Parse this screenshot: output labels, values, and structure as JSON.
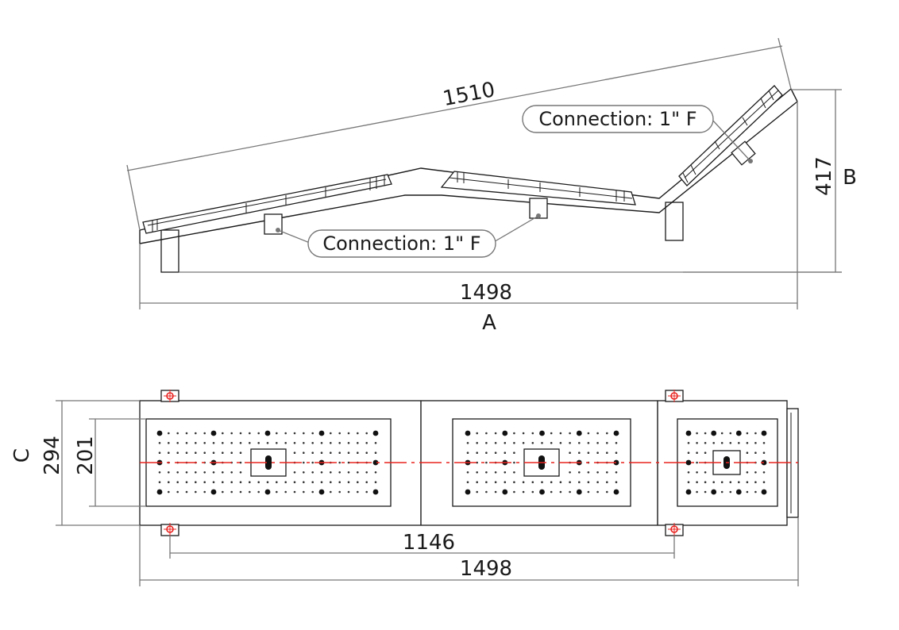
{
  "dimensions": {
    "diagonal_length": "1510",
    "height_value": "417",
    "height_letter": "B",
    "side_length": "1498",
    "side_letter": "A",
    "top_width_outer": "294",
    "top_width_inner": "201",
    "top_width_letter": "C",
    "hole_spacing": "1146",
    "top_length": "1498"
  },
  "callouts": {
    "connection_upper": "Connection: 1\" F",
    "connection_lower": "Connection: 1\" F"
  },
  "colors": {
    "line": "#1a1a1a",
    "dimension": "#777777",
    "centerline": "#e8231f"
  }
}
